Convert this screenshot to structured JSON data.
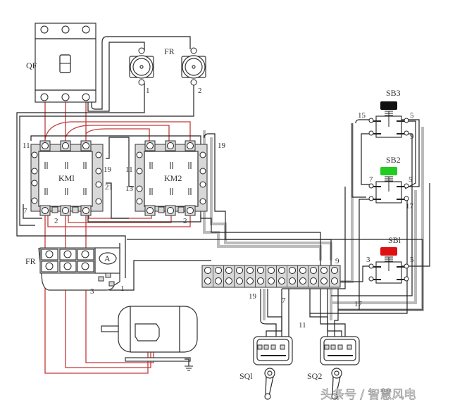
{
  "labels": {
    "qf": "QF",
    "fr_top": "FR",
    "fr_top_1": "1",
    "fr_top_2": "2",
    "km1": "KMl",
    "km2": "KM2",
    "km1_11": "11",
    "km1_19": "19",
    "km1_21": "21",
    "km1_7": "7",
    "km1_2": "2",
    "km2_11": "11",
    "km2_13": "13",
    "km2_2": "2",
    "wire_19_top": "19",
    "sb3": "SB3",
    "sb3_15": "15",
    "sb3_5": "5",
    "sb3_9": "9",
    "sb2": "SB2",
    "sb2_7": "7",
    "sb2_5": "5",
    "sb2_17": "17",
    "sb1": "SBl",
    "sb1_3": "3",
    "sb1_5": "5",
    "fr_bottom": "FR",
    "ammeter": "A",
    "fr_3": "3",
    "fr_1": "1",
    "strip_9": "9",
    "strip_19": "19",
    "strip_7": "7",
    "strip_11": "11",
    "strip_17": "17",
    "sq1": "SQl",
    "sq2": "SQ2"
  },
  "colors": {
    "power_wire": "#c23a3a",
    "control_wire": "#222222",
    "sb3_button": "#111111",
    "sb2_button": "#22cc22",
    "sb1_button": "#dd1111"
  },
  "watermark": "头条号 / 智慧风电"
}
